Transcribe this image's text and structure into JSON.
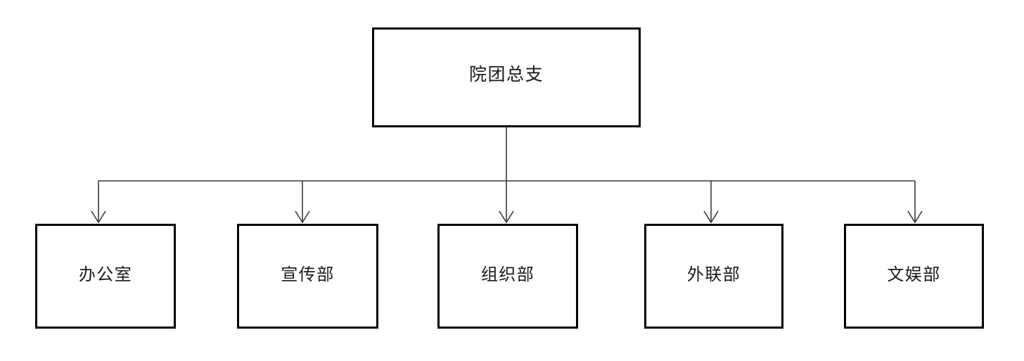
{
  "diagram": {
    "type": "organization-chart",
    "orientation": "top-down",
    "background_color": "#ffffff",
    "box_border_color": "#000000",
    "connector_color": "#3a3a3a",
    "text_color": "#1a1a1a",
    "root": {
      "label": "院团总支"
    },
    "children": [
      {
        "label": "办公室"
      },
      {
        "label": "宣传部"
      },
      {
        "label": "组织部"
      },
      {
        "label": "外联部"
      },
      {
        "label": "文娱部"
      }
    ]
  }
}
